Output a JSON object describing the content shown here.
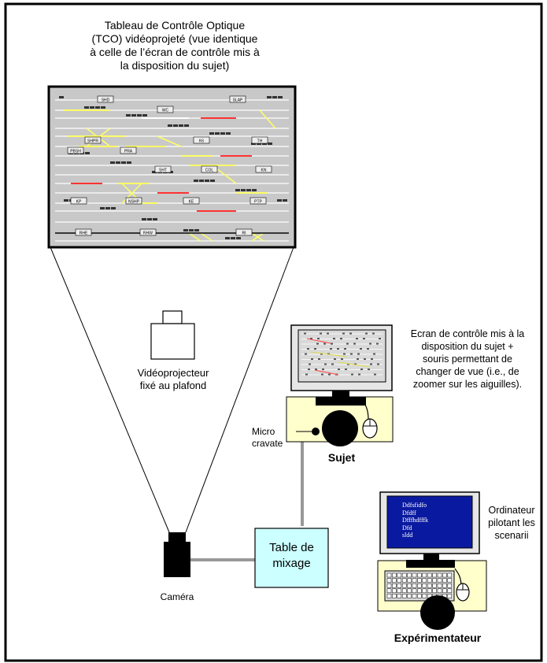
{
  "tco_label": {
    "lines": [
      "Tableau de Contrôle Optique",
      "(TCO) vidéoprojeté (vue identique",
      "à celle de l’écran de contrôle mis à",
      "la disposition du sujet)"
    ]
  },
  "tco_screen": {
    "section_labels": [
      "SHD",
      "WC",
      "SLAP",
      "SHPR",
      "K6",
      "TH",
      "PBSH",
      "PRA",
      "SHT",
      "COL",
      "KN",
      "KP",
      "NSHP",
      "KE",
      "PTP",
      "RHE",
      "RHW",
      "RI"
    ]
  },
  "projector_label": {
    "lines": [
      "Vidéoprojecteur",
      "fixé au plafond"
    ]
  },
  "monitor_label": {
    "lines": [
      "Ecran de contrôle mis à la",
      "disposition du sujet +",
      "souris permettant de",
      "changer de vue (i.e., de",
      "zoomer sur les aiguilles)."
    ]
  },
  "micro_label": {
    "lines": [
      "Micro",
      "cravate"
    ]
  },
  "subject_label": "Sujet",
  "mixer_label": {
    "lines": [
      "Table de",
      "mixage"
    ]
  },
  "camera_label": "Caméra",
  "computer_label": {
    "lines": [
      "Ordinateur",
      "pilotant les",
      "scenarii"
    ]
  },
  "computer_screen_text": [
    "Ddfsfidfo",
    "Dfdff",
    "Dfffhdfffk",
    "Dfd",
    "sldd"
  ],
  "experimenter_label": "Expérimentateur",
  "colors": {
    "screen_blue": "#0a1aa0",
    "desk_yellow": "#ffffcc",
    "mixer_cyan": "#ccffff",
    "tco_grey": "#c0c0c0",
    "cable_grey": "#999999"
  }
}
